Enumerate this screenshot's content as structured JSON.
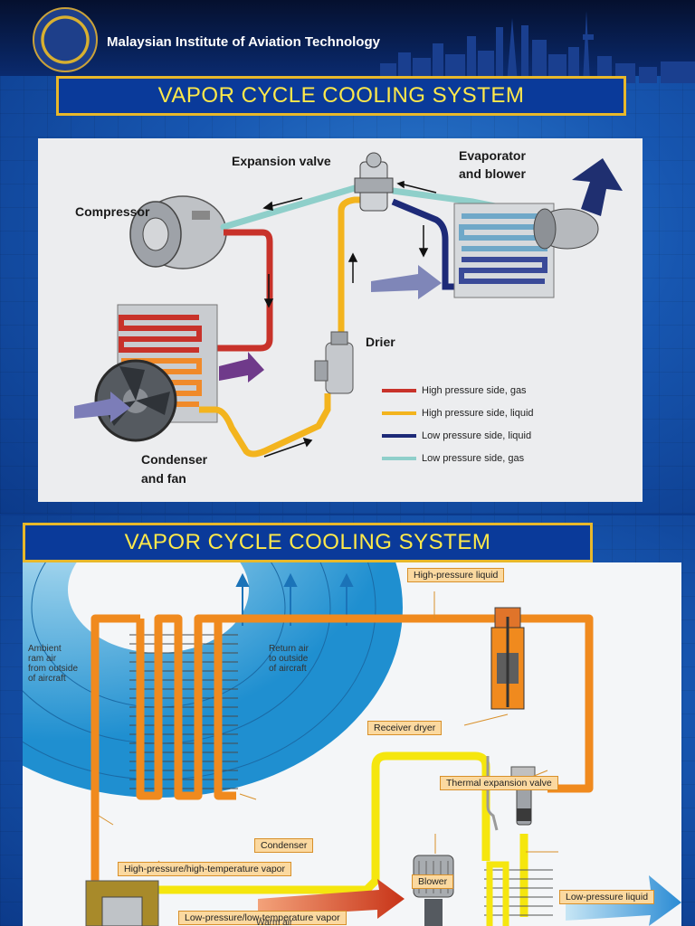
{
  "header": {
    "institute": "Malaysian Institute of Aviation Technology"
  },
  "slide1": {
    "title": "VAPOR CYCLE COOLING SYSTEM",
    "labels": {
      "expansion_valve": "Expansion valve",
      "evaporator_line1": "Evaporator",
      "evaporator_line2": "and blower",
      "compressor": "Compressor",
      "drier": "Drier",
      "condenser_line1": "Condenser",
      "condenser_line2": "and fan"
    },
    "legend": [
      {
        "label": "High pressure side, gas",
        "color": "#c8322a"
      },
      {
        "label": "High pressure side, liquid",
        "color": "#f3b41e"
      },
      {
        "label": "Low pressure side, liquid",
        "color": "#1d2a78"
      },
      {
        "label": "Low pressure side, gas",
        "color": "#8fcfca"
      }
    ]
  },
  "slide2": {
    "title": "VAPOR CYCLE COOLING SYSTEM",
    "tags": {
      "high_pressure_liquid": "High-pressure liquid",
      "receiver_dryer": "Receiver dryer",
      "thermal_expansion_valve": "Thermal expansion valve",
      "condenser": "Condenser",
      "hp_vapor": "High-pressure/high-temperature vapor",
      "blower": "Blower",
      "low_pressure_liquid": "Low-pressure liquid",
      "lp_vapor": "Low-pressure/low-temperature vapor"
    },
    "annotations": {
      "ambient_l1": "Ambient",
      "ambient_l2": "ram air",
      "ambient_l3": "from outside",
      "ambient_l4": "of aircraft",
      "return_l1": "Return air",
      "return_l2": "to outside",
      "return_l3": "of aircraft",
      "warm_air": "Warm air"
    }
  }
}
